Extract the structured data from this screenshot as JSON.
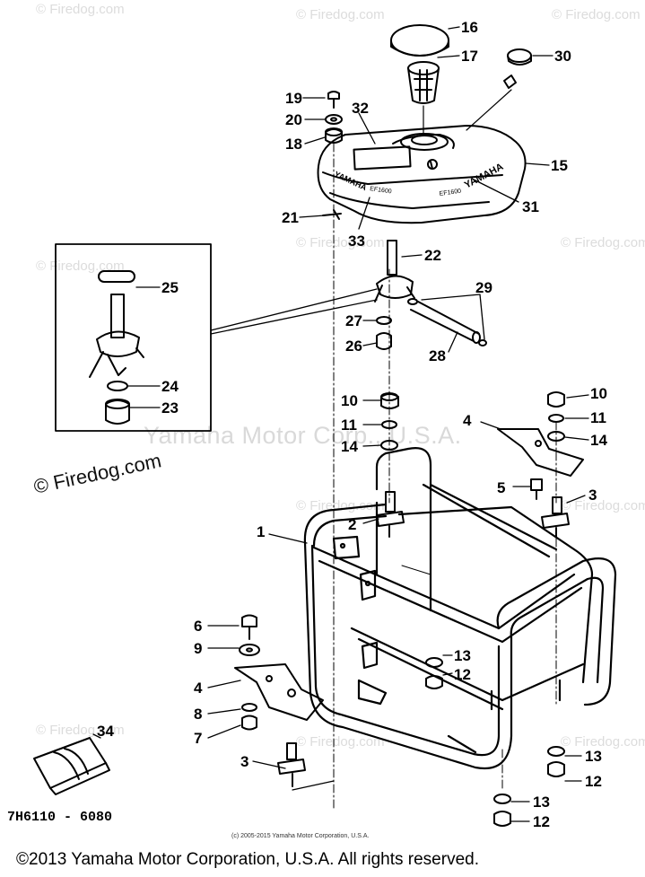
{
  "watermarks": {
    "site": "© Firedog.com",
    "center": "Yamaha Motor Corp., U.S.A."
  },
  "tank_text": {
    "brand": "YAMAHA",
    "model": "EF1600"
  },
  "callouts": {
    "c1": "1",
    "c2": "2",
    "c3a": "3",
    "c3b": "3",
    "c4a": "4",
    "c4b": "4",
    "c5": "5",
    "c6": "6",
    "c7": "7",
    "c8": "8",
    "c9": "9",
    "c10a": "10",
    "c10b": "10",
    "c11a": "11",
    "c11b": "11",
    "c12a": "12",
    "c12b": "12",
    "c12c": "12",
    "c13a": "13",
    "c13b": "13",
    "c13c": "13",
    "c14a": "14",
    "c14b": "14",
    "c15": "15",
    "c16": "16",
    "c17": "17",
    "c18": "18",
    "c19": "19",
    "c20": "20",
    "c21": "21",
    "c22": "22",
    "c23": "23",
    "c24": "24",
    "c25": "25",
    "c26": "26",
    "c27": "27",
    "c28": "28",
    "c29": "29",
    "c30": "30",
    "c31": "31",
    "c32": "32",
    "c33": "33",
    "c34": "34"
  },
  "diagram_code": "7H6110 - 6080",
  "small_copyright": "(c) 2005-2015 Yamaha Motor Corporation, U.S.A.",
  "footer_copyright": "©2013 Yamaha Motor Corporation, U.S.A. All rights reserved."
}
